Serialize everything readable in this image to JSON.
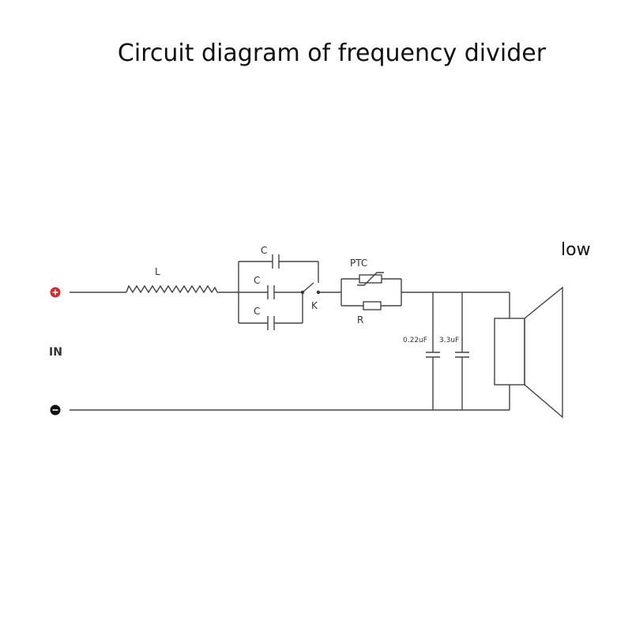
{
  "title": "Circuit diagram of frequency divider",
  "speaker_label": "low",
  "input": {
    "label": "IN",
    "positive_symbol": "+",
    "negative_symbol": "−",
    "positive_color": "#d9262c",
    "negative_color": "#111111"
  },
  "components": {
    "inductor": "L",
    "capacitor_1": "C",
    "capacitor_2": "C",
    "capacitor_3": "C",
    "switch": "K",
    "ptc": "PTC",
    "resistor": "R",
    "shunt_cap_1": "0.22uF",
    "shunt_cap_2": "3.3uF"
  }
}
